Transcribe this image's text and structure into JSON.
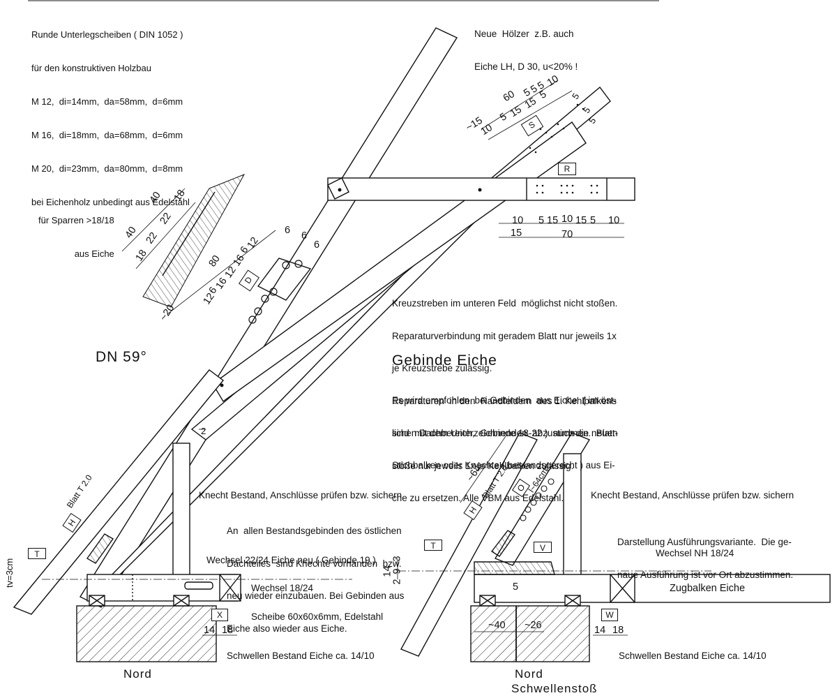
{
  "notes": {
    "washers": [
      "Runde Unterlegscheiben ( DIN 1052 )",
      "für den konstruktiven Holzbau",
      "M 12,  di=14mm,  da=58mm,  d=6mm",
      "M 16,  di=18mm,  da=68mm,  d=6mm",
      "M 20,  di=23mm,  da=80mm,  d=8mm",
      "bei Eichenholz unbedingt aus Edelstahl"
    ],
    "new_timber": [
      "Neue  Hölzer  z.B. auch",
      "Eiche LH, D 30, u<20% !"
    ],
    "rafters": [
      "für Sparren >18/18",
      "aus Eiche"
    ],
    "cross_braces": [
      "Kreuzstreben im unteren Feld  möglichst nicht stoßen.",
      "Reparaturverbindung mit geradem Blatt nur jeweils 1x",
      "je Kreuzstrebe zulässig.",
      "Reparaturen  in den  Randfeldern  des 1. Kehlbalkens",
      "sind  mit dem Unterzeichnenden  abzustimmen.  Blatt-",
      "stöße nur jeweils 1x je Kehlbalken zulässig."
    ],
    "oak_text": [
      "Es wird empfohlen  bei Gebinden  aus Eiche  ( im öst-",
      "lichen Dachbereich,  Gebinde 18-22 )  auch die neuen",
      "Stichbalken oder Knechte ( bestandsgerecht ) aus Ei-",
      "che zu ersetzen. Alle VBM aus Edelstahl."
    ],
    "knecht_note": [
      "An  allen Bestandsgebinden des östlichen",
      "Dachteiles  sind Knechte vorhanden  bzw.",
      "neu wieder einzubauen. Bei Gebinden aus",
      "Eiche also wieder aus Eiche."
    ],
    "variant_note": [
      "Darstellung Ausführungsvariante.  Die ge-",
      "naue Ausführung ist vor Ort abzustimmen."
    ]
  },
  "headings": {
    "roof_pitch": "DN 59°",
    "oak_truss": "Gebinde Eiche"
  },
  "labels": {
    "knecht_left": "Knecht Bestand, Anschlüsse prüfen bzw. sichern",
    "knecht_right": "Knecht Bestand, Anschlüsse prüfen bzw. sichern",
    "wechsel_new": "Wechsel 22/24 Eiche neu ( Gebinde 19 )",
    "wechsel_18_24": "Wechsel 18/24",
    "washer_plate": "Scheibe 60x60x6mm, Edelstahl",
    "wechsel_nh": "Wechsel NH 18/24",
    "tie_beam": "Zugbalken Eiche",
    "sills_left": "Schwellen Bestand Eiche ca. 14/10",
    "sills_right": "Schwellen Bestand Eiche ca. 14/10",
    "north_left": "Nord",
    "north_right": "Nord",
    "sill_joint": "Schwellenstoß",
    "blatt_left": "Blatt T 2.0",
    "blatt_right": "Blatt T 2.0",
    "tv": "tv=3cm"
  },
  "markers": {
    "S": "S",
    "R": "R",
    "D": "D",
    "H": "H",
    "T": "T",
    "X": "X",
    "O": "O",
    "V": "V",
    "W": "W",
    "H2": "H",
    "T2": "T"
  },
  "dimensions": {
    "top_row1": [
      "~15",
      "60",
      "5",
      "5",
      "5",
      "10"
    ],
    "top_row2": [
      "10",
      "5",
      "15",
      "15",
      "5"
    ],
    "top_right": [
      "5",
      "5",
      "5"
    ],
    "r_row1": [
      "10",
      "5",
      "15",
      "10",
      "15",
      "5",
      "10"
    ],
    "r_row2": [
      "15",
      "70"
    ],
    "rafter_left": [
      "40",
      "40",
      "18",
      "22",
      "22",
      "18"
    ],
    "rafter_mid": [
      "~20",
      "12",
      "6",
      "16",
      "12",
      "16",
      "6",
      "12",
      "80"
    ],
    "rafter_right": [
      "6",
      "6",
      "6"
    ],
    "small_2": "2",
    "right_64": "~64",
    "right_l64": "l~64cm",
    "right_joint": [
      "14",
      "2",
      "9",
      "3"
    ],
    "right_5": "5",
    "sill_left": [
      "14",
      "18"
    ],
    "sill_right": [
      "14",
      "18"
    ],
    "sill_joint": [
      "~40",
      "~26"
    ]
  }
}
